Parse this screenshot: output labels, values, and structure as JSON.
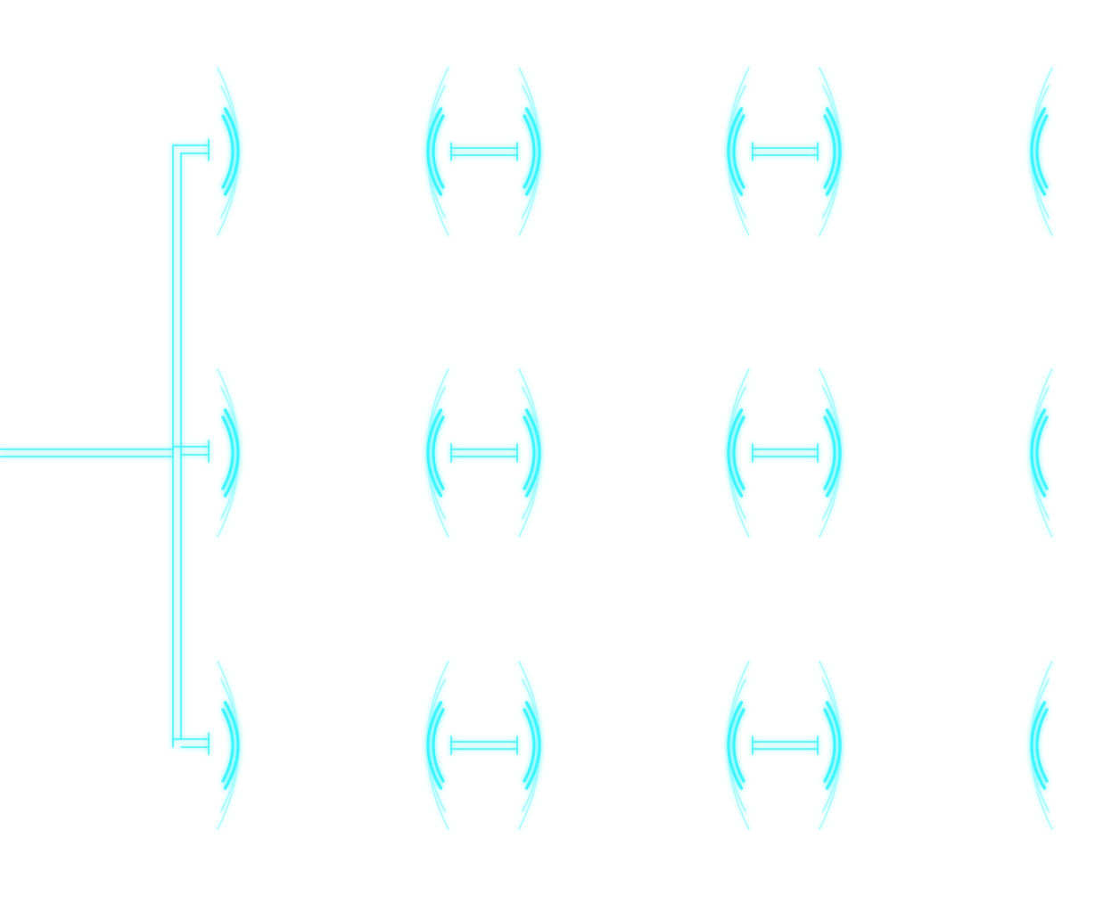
{
  "graphic": {
    "stroke_color": "#3df5ff",
    "glow_color": "#9ffbff",
    "background": "#ffffff",
    "rows": 3,
    "columns": 4,
    "bridges_per_row": 2
  }
}
